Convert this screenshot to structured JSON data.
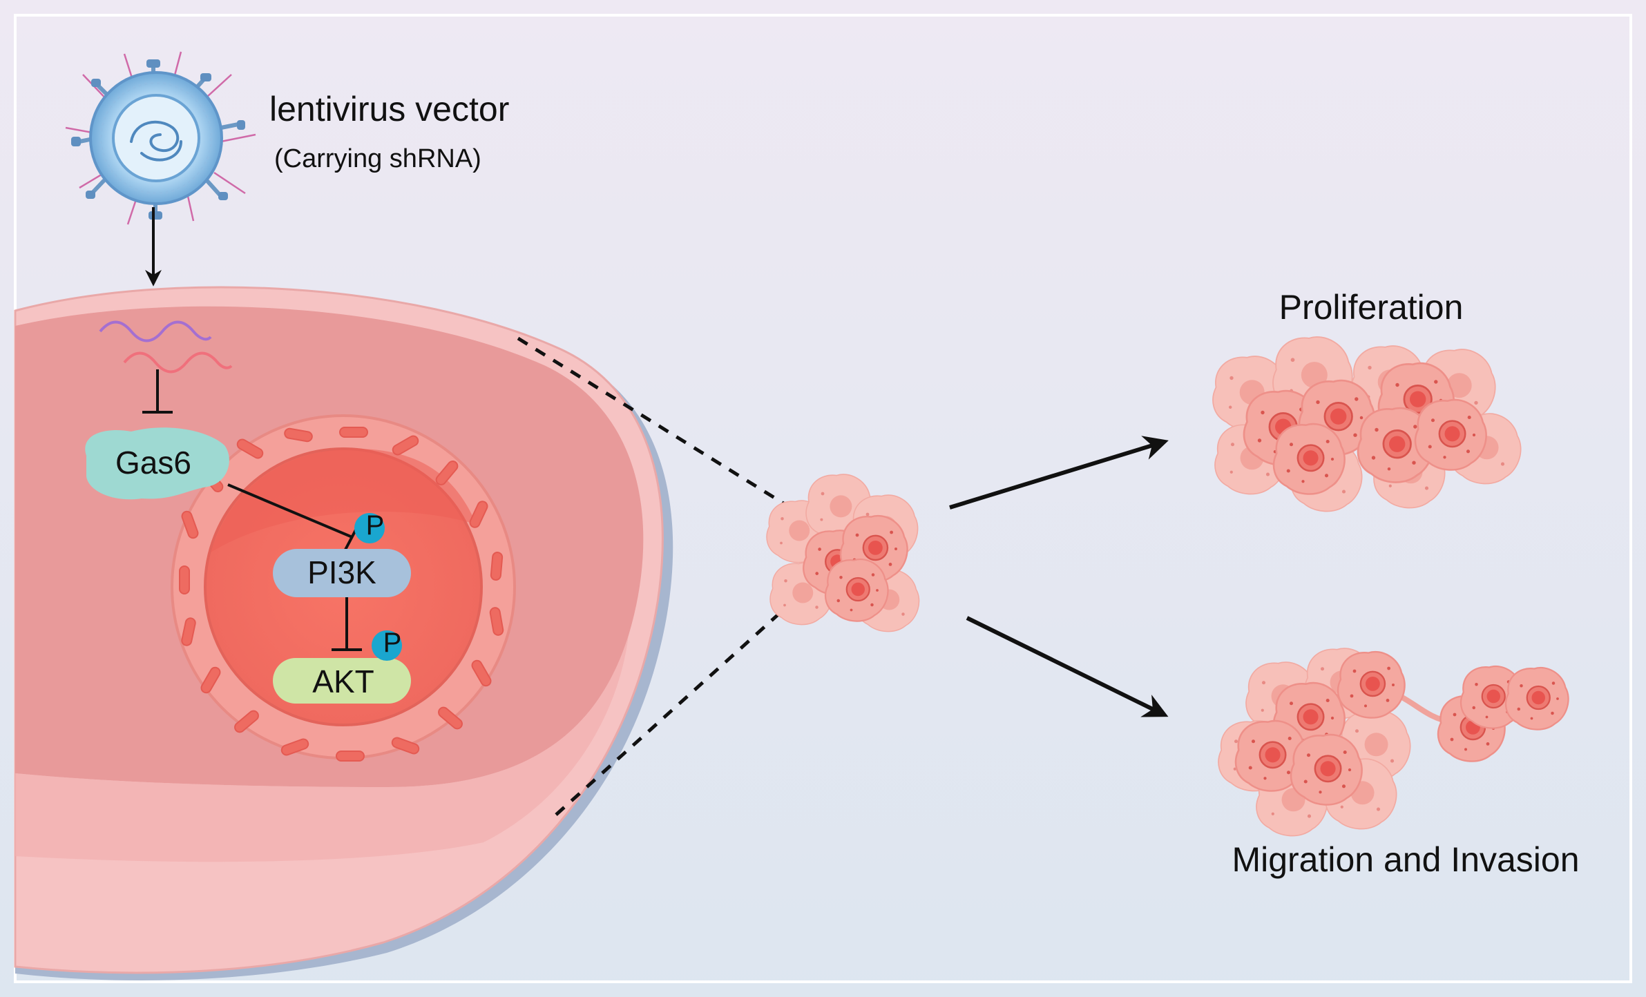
{
  "virus": {
    "title": "lentivirus vector",
    "subtitle": "(Carrying shRNA)"
  },
  "pathway": {
    "gas6": "Gas6",
    "pi3k": "PI3K",
    "akt": "AKT",
    "phospho_pi3k": "P",
    "phospho_akt": "P"
  },
  "outcomes": {
    "proliferation": "Proliferation",
    "migration": "Migration and Invasion"
  },
  "colors": {
    "background_top": "#eee9f3",
    "background_bottom": "#dde6f0",
    "dish_outer": "#f2b8b8",
    "dish_inner": "#e99e9e",
    "nucleus": "#f47a6c",
    "gas6_protein": "#9ed9d2",
    "pi3k_protein": "#a7c1db",
    "akt_protein": "#cfe5a6",
    "phosphate": "#1aa6cf",
    "cell": "#f4a8a0",
    "cell_nucleus": "#e8544f",
    "virus": "#7fb8e0",
    "shrna_purple": "#a46fd1",
    "shrna_red": "#f0707c"
  }
}
